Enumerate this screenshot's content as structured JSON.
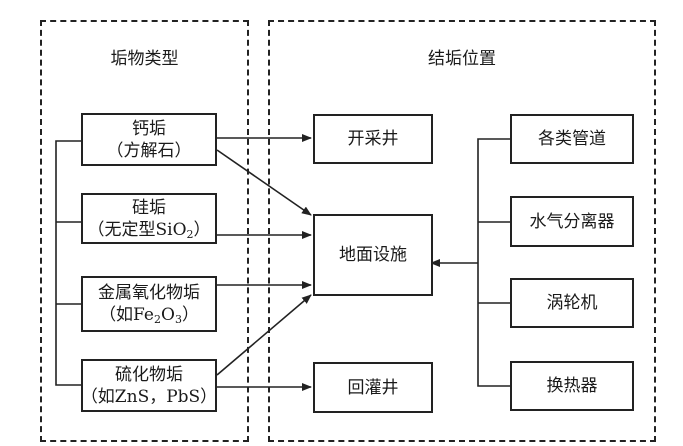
{
  "left_panel": {
    "title": "垢物类型"
  },
  "right_panel": {
    "title": "结垢位置"
  },
  "scale_types": [
    {
      "line1": "钙垢",
      "line2": "（方解石）"
    },
    {
      "line1": "硅垢",
      "line2_pre": "（无定型SiO",
      "line2_sub": "2",
      "line2_post": "）"
    },
    {
      "line1": "金属氧化物垢",
      "line2_pre": "（如Fe",
      "line2_sub1": "2",
      "line2_mid": "O",
      "line2_sub2": "3",
      "line2_post": "）"
    },
    {
      "line1": "硫化物垢",
      "line2": "（如ZnS，PbS）"
    }
  ],
  "locations": {
    "production_well": "开采井",
    "surface_facility": "地面设施",
    "reinjection_well": "回灌井"
  },
  "equipment": [
    "各类管道",
    "水气分离器",
    "涡轮机",
    "换热器"
  ]
}
